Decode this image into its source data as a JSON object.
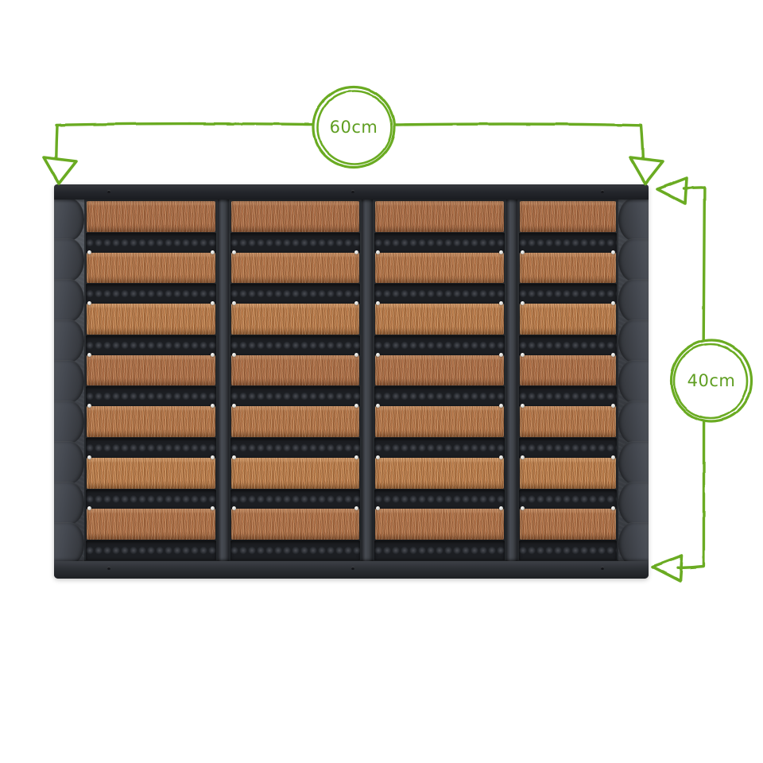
{
  "scene": {
    "kind": "product-photo-with-dimension-annotations",
    "background_color": "#ffffff",
    "product": {
      "name": "rubber-and-coir-brush-doormat",
      "frame_color": "#3b3e44",
      "rail_color": "#23252a",
      "bristle_color": "#a96c41",
      "nub_color": "#1c1e22",
      "rivet_color": "#ffffff",
      "columns": 4,
      "brush_rows_per_column": 7,
      "column_flex": [
        1.32,
        1.32,
        1.32,
        1.0
      ],
      "rivet_columns_per_divider": 2,
      "scallops_per_side": 9,
      "rail_dots": [
        0.09,
        0.5,
        0.92
      ]
    }
  },
  "annotations": {
    "accent_color": "#6aab22",
    "width": {
      "name": "width-dimension",
      "value": "60cm",
      "orientation": "horizontal",
      "label_position": "top-center"
    },
    "height": {
      "name": "height-dimension",
      "value": "40cm",
      "orientation": "vertical",
      "label_position": "right-middle"
    }
  }
}
